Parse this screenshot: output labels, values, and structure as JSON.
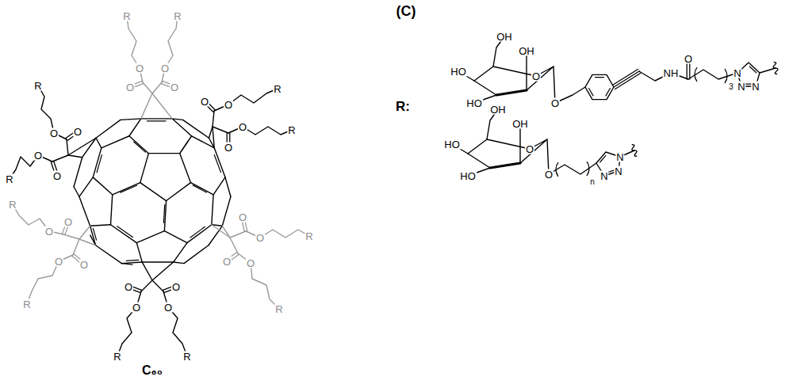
{
  "diagram": {
    "title": "(C)",
    "labels": [
      "O",
      "O",
      "R",
      "O",
      "O",
      "R",
      "O",
      "O",
      "R",
      "O",
      "O",
      "R",
      "O",
      "O",
      "R",
      "O",
      "O",
      "R",
      "O",
      "O",
      "R",
      "O",
      "O",
      "R",
      "O",
      "O",
      "R",
      "O",
      "O",
      "R",
      "O",
      "O",
      "R",
      "O",
      "O",
      "R",
      "C₆₀",
      "R:",
      "OH",
      "OH",
      "HO",
      "HO",
      "O",
      "O",
      "NH",
      "O",
      "3",
      "N",
      "N",
      "N",
      "OH",
      "OH",
      "HO",
      "HO",
      "O",
      "O",
      "n",
      "N",
      "N",
      "N"
    ]
  }
}
